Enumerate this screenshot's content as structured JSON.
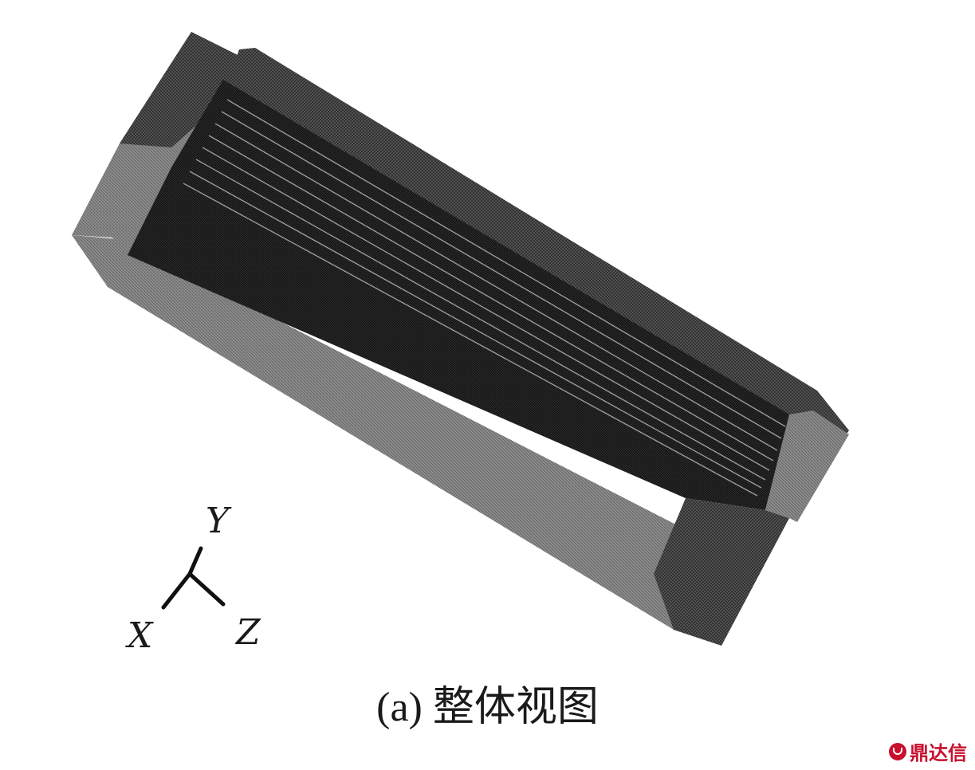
{
  "figure": {
    "caption": "(a) 整体视图",
    "axes": {
      "y": "Y",
      "x": "X",
      "z": "Z"
    },
    "watermark": "鼎达信"
  },
  "colors": {
    "mesh_dark": "#262626",
    "mesh_mid": "#4a4a4a",
    "mesh_light": "#7a7a7a",
    "mesh_lighter": "#8e8e8e",
    "background": "#ffffff",
    "watermark_red": "#c8102e"
  }
}
